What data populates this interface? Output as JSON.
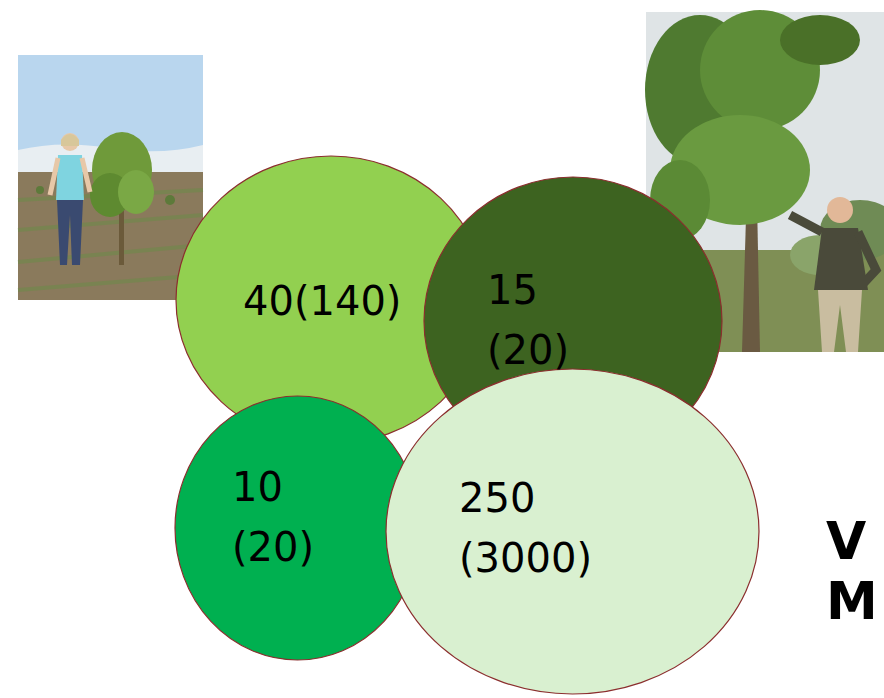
{
  "diagram": {
    "nodes": [
      {
        "text": [
          "40(140)"
        ]
      },
      {
        "text": [
          "15 (20)"
        ]
      },
      {
        "text": [
          "10 (20)"
        ]
      },
      {
        "text": [
          "250 (3000)"
        ]
      }
    ],
    "labels": [
      "V",
      "M"
    ]
  }
}
